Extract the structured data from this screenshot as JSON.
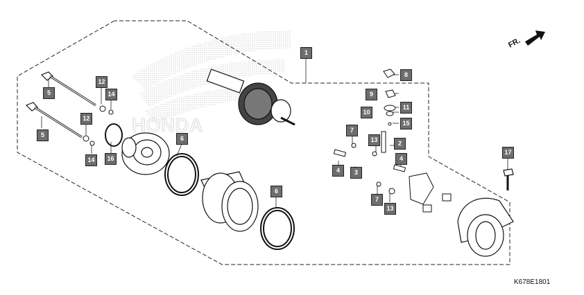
{
  "diagram": {
    "code": "K678E1801",
    "direction_label": "FR.",
    "callouts": [
      {
        "id": "c1",
        "label": "1"
      },
      {
        "id": "c2",
        "label": "2"
      },
      {
        "id": "c3",
        "label": "3"
      },
      {
        "id": "c4a",
        "label": "4"
      },
      {
        "id": "c4b",
        "label": "4"
      },
      {
        "id": "c5a",
        "label": "5"
      },
      {
        "id": "c5b",
        "label": "5"
      },
      {
        "id": "c6a",
        "label": "6"
      },
      {
        "id": "c6b",
        "label": "6"
      },
      {
        "id": "c7a",
        "label": "7"
      },
      {
        "id": "c7b",
        "label": "7"
      },
      {
        "id": "c8",
        "label": "8"
      },
      {
        "id": "c9",
        "label": "9"
      },
      {
        "id": "c10",
        "label": "10"
      },
      {
        "id": "c11",
        "label": "11"
      },
      {
        "id": "c12a",
        "label": "12"
      },
      {
        "id": "c12b",
        "label": "12"
      },
      {
        "id": "c13a",
        "label": "13"
      },
      {
        "id": "c13b",
        "label": "13"
      },
      {
        "id": "c14a",
        "label": "14"
      },
      {
        "id": "c14b",
        "label": "14"
      },
      {
        "id": "c15",
        "label": "15"
      },
      {
        "id": "c16",
        "label": "16"
      },
      {
        "id": "c17",
        "label": "17"
      }
    ],
    "colors": {
      "callout_fill": "#6e6e6e",
      "line": "#111111",
      "watermark": "#bbbbbb"
    }
  }
}
